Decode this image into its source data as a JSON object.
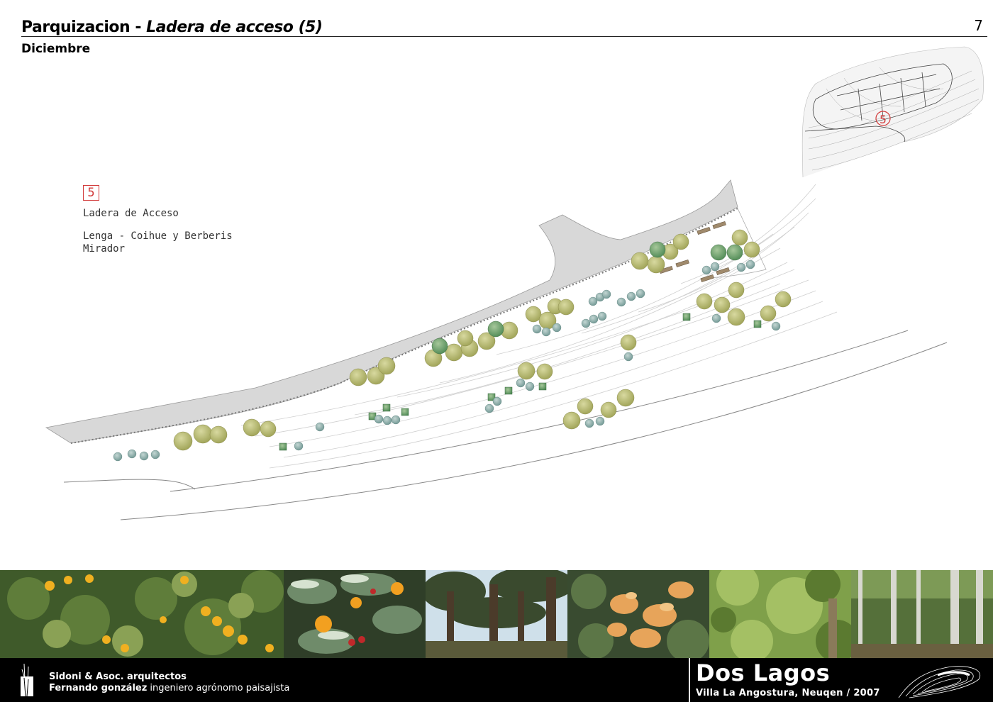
{
  "header": {
    "title_main": "Parquizacion - ",
    "title_italic": "Ladera de acceso (5)",
    "subtitle": "Diciembre",
    "page_number": "7"
  },
  "zone": {
    "number": "5",
    "name": "Ladera de Acceso",
    "species": "Lenga - Coihue y Berberis",
    "feature": "Mirador"
  },
  "key_map": {
    "marker": "5"
  },
  "photos": [
    {
      "name": "berberis-yellow-flowers-photo"
    },
    {
      "name": "berberis-flower-closeup-photo"
    },
    {
      "name": "forest-trunks-photo"
    },
    {
      "name": "autumn-nothofagus-leaves-photo"
    },
    {
      "name": "green-foliage-photo"
    },
    {
      "name": "lenga-forest-photo"
    }
  ],
  "footer": {
    "studio_line1": "Sidoni & Asoc. arquitectos",
    "studio_line2_bold": "Fernando gonzález",
    "studio_line2_rest": " ingeniero agrónomo paisajista",
    "project_name": "Dos Lagos",
    "project_location": "Villa La Angostura, Neuqen / 2007"
  },
  "colors": {
    "road": "#d8d8d8",
    "tree_olive": "#b4b86a",
    "tree_green": "#6fa16b",
    "shrub_blue": "#8fb0ad",
    "marker_red": "#d23a3a",
    "footer_bg": "#000000"
  }
}
